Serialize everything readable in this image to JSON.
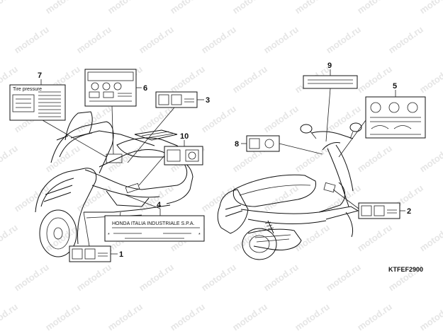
{
  "diagram": {
    "code": "KTFEF2900",
    "watermark": "motod.ru",
    "callouts": [
      "1",
      "2",
      "3",
      "4",
      "5",
      "6",
      "7",
      "8",
      "9",
      "10"
    ],
    "plate_line1": "HONDA ITALIA INDUSTRIALE S.P.A.",
    "label7_heading": "Tire pressure",
    "colors": {
      "line": "#111111",
      "watermark": "#d0d0d0",
      "background": "#ffffff"
    }
  }
}
